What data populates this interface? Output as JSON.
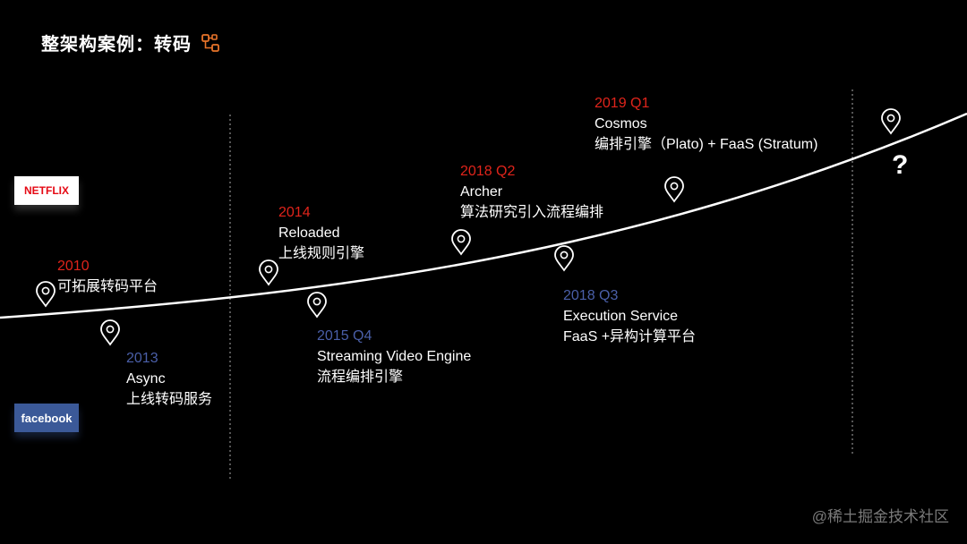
{
  "header": {
    "title": "整架构案例：转码",
    "icon": "network-nodes-icon",
    "accent": "#e8742a"
  },
  "companies": {
    "netflix": "NETFLIX",
    "facebook": "facebook"
  },
  "colors": {
    "netflix_date": "#e0241b",
    "facebook_date": "#4a5fa8",
    "background": "#000000"
  },
  "events": [
    {
      "id": "2010",
      "company": "netflix",
      "date": "2010",
      "lines": [
        "可拓展转码平台"
      ]
    },
    {
      "id": "2013",
      "company": "facebook",
      "date": "2013",
      "lines": [
        "Async",
        "上线转码服务"
      ]
    },
    {
      "id": "2014",
      "company": "netflix",
      "date": "2014",
      "lines": [
        "Reloaded",
        "上线规则引擎"
      ]
    },
    {
      "id": "2015q4",
      "company": "facebook",
      "date": "2015 Q4",
      "lines": [
        "Streaming Video Engine",
        "流程编排引擎"
      ]
    },
    {
      "id": "2018q2",
      "company": "netflix",
      "date": "2018 Q2",
      "lines": [
        "Archer",
        "算法研究引入流程编排"
      ]
    },
    {
      "id": "2018q3",
      "company": "facebook",
      "date": "2018 Q3",
      "lines": [
        "Execution Service",
        "FaaS +异构计算平台"
      ]
    },
    {
      "id": "2019q1",
      "company": "netflix",
      "date": "2019 Q1",
      "lines": [
        "Cosmos",
        "编排引擎（Plato) + FaaS (Stratum)"
      ]
    }
  ],
  "future": {
    "mark": "?"
  },
  "watermark": "@稀土掘金技术社区"
}
